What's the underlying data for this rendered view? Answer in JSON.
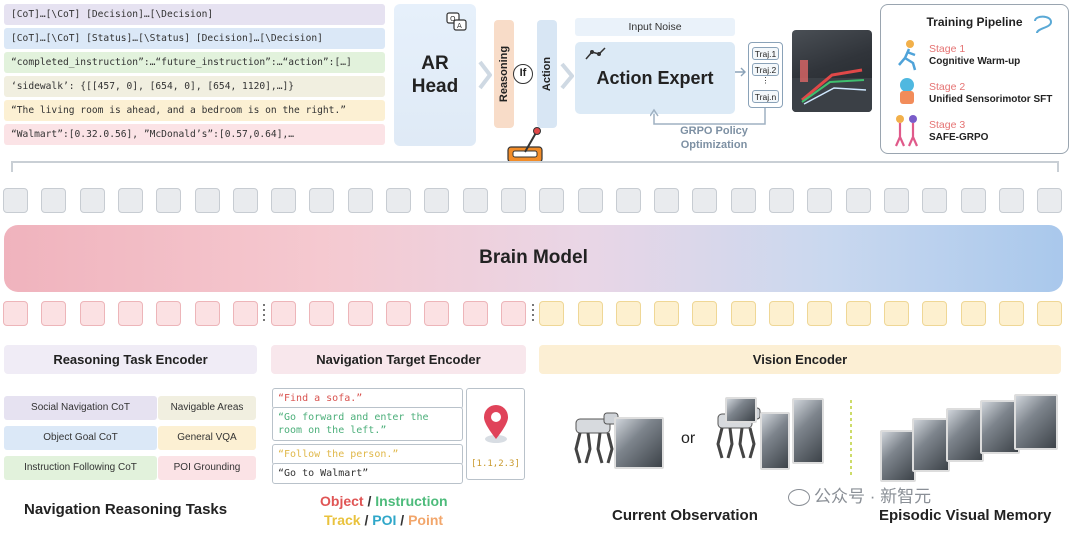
{
  "top_outputs": [
    {
      "text": "[CoT]…[\\CoT] [Decision]…[\\Decision]",
      "color": "#e6e2f1"
    },
    {
      "text": "[CoT]…[\\CoT] [Status]…[\\Status] [Decision]…[\\Decision]",
      "color": "#dbe8f7"
    },
    {
      "text": "“completed_instruction”:…“future_instruction”:…“action”:[…]",
      "color": "#e2f2dc"
    },
    {
      "text": "‘sidewalk’: {[[457, 0], [654, 0], [654, 1120],…]}",
      "color": "#f1efe0"
    },
    {
      "text": "“The living room is ahead, and a bedroom is on the right.”",
      "color": "#fcf0d3"
    },
    {
      "text": "“Walmart”:[0.32.0.56], ”McDonald’s”:[0.57,0.64],…",
      "color": "#fbe3e6"
    }
  ],
  "ar_head": {
    "label": "AR\nHead"
  },
  "reasoning_label": "Reasoning",
  "if_label": "If",
  "action_label": "Action",
  "input_noise": "Input Noise",
  "action_expert": "Action Expert",
  "trajectories": [
    "Traj.1",
    "Traj.2",
    "⋮",
    "Traj.n"
  ],
  "grpo": "GRPO Policy\nOptimization",
  "training_pipeline": {
    "title": "Training Pipeline",
    "stages": [
      {
        "name": "Stage 1",
        "desc": "Cognitive Warm-up"
      },
      {
        "name": "Stage 2",
        "desc": "Unified Sensorimotor SFT"
      },
      {
        "name": "Stage 3",
        "desc": "SAFE-GRPO"
      }
    ]
  },
  "brain_model": "Brain Model",
  "encoders": {
    "reasoning": "Reasoning Task Encoder",
    "navigation": "Navigation Target Encoder",
    "vision": "Vision Encoder"
  },
  "reasoning_tasks": [
    {
      "label": "Social Navigation CoT",
      "color": "#e6e2f1"
    },
    {
      "label": "Navigable Areas",
      "color": "#f1efe0"
    },
    {
      "label": "Object Goal CoT",
      "color": "#dbe8f7"
    },
    {
      "label": "General VQA",
      "color": "#fcf0d3"
    },
    {
      "label": "Instruction Following CoT",
      "color": "#e2f2dc"
    },
    {
      "label": "POI Grounding",
      "color": "#fbe3e6"
    }
  ],
  "nav_instructions": [
    {
      "text": "“Find a sofa.”",
      "color": "#d9534f"
    },
    {
      "text": "“Go forward and enter the room on the left.”",
      "color": "#4caf7a"
    },
    {
      "text": "“Follow the person.”",
      "color": "#e0b84a"
    },
    {
      "text": "“Go to Walmart”",
      "color": "#333333"
    }
  ],
  "point_coord": "[1.1,2.3]",
  "or_label": "or",
  "captions": {
    "tasks": "Navigation Reasoning Tasks",
    "current": "Current Observation",
    "episodic": "Episodic Visual Memory"
  },
  "legend": {
    "object": "Object",
    "sep1": " / ",
    "instruction": "Instruction",
    "track": "Track",
    "sep2": " / ",
    "poi": "POI",
    "sep3": " / ",
    "point": "Point",
    "colors": {
      "object": "#e05555",
      "instruction": "#4dbb7b",
      "track": "#e9c23d",
      "poi": "#2fa7c9",
      "point": "#f2a66b"
    }
  },
  "watermark": "公众号 · 新智元"
}
